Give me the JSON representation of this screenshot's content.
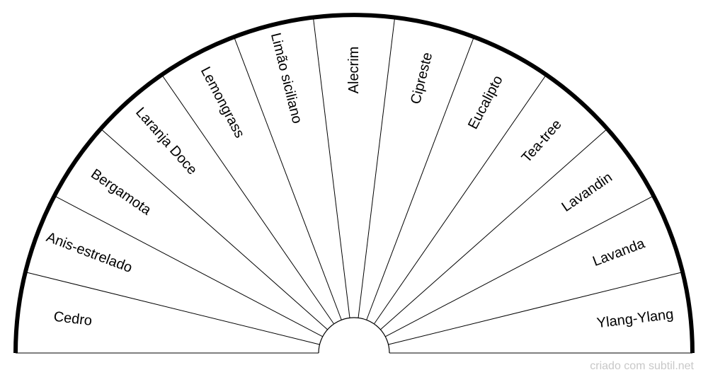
{
  "chart_data": {
    "type": "pie",
    "shape": "semicircle",
    "categories": [
      "Cedro",
      "Anis-estrelado",
      "Bergamota",
      "Laranja Doce",
      "Lemongrass",
      "Limão siciliano",
      "Alecrim",
      "Cipreste",
      "Eucalipto",
      "Tea-tree",
      "Lavandin",
      "Lavanda",
      "Ylang-Ylang"
    ]
  },
  "colors": {
    "stroke": "#000000",
    "background": "#ffffff",
    "credit": "#c8c8c8"
  },
  "credit": "criado com subtil.net"
}
